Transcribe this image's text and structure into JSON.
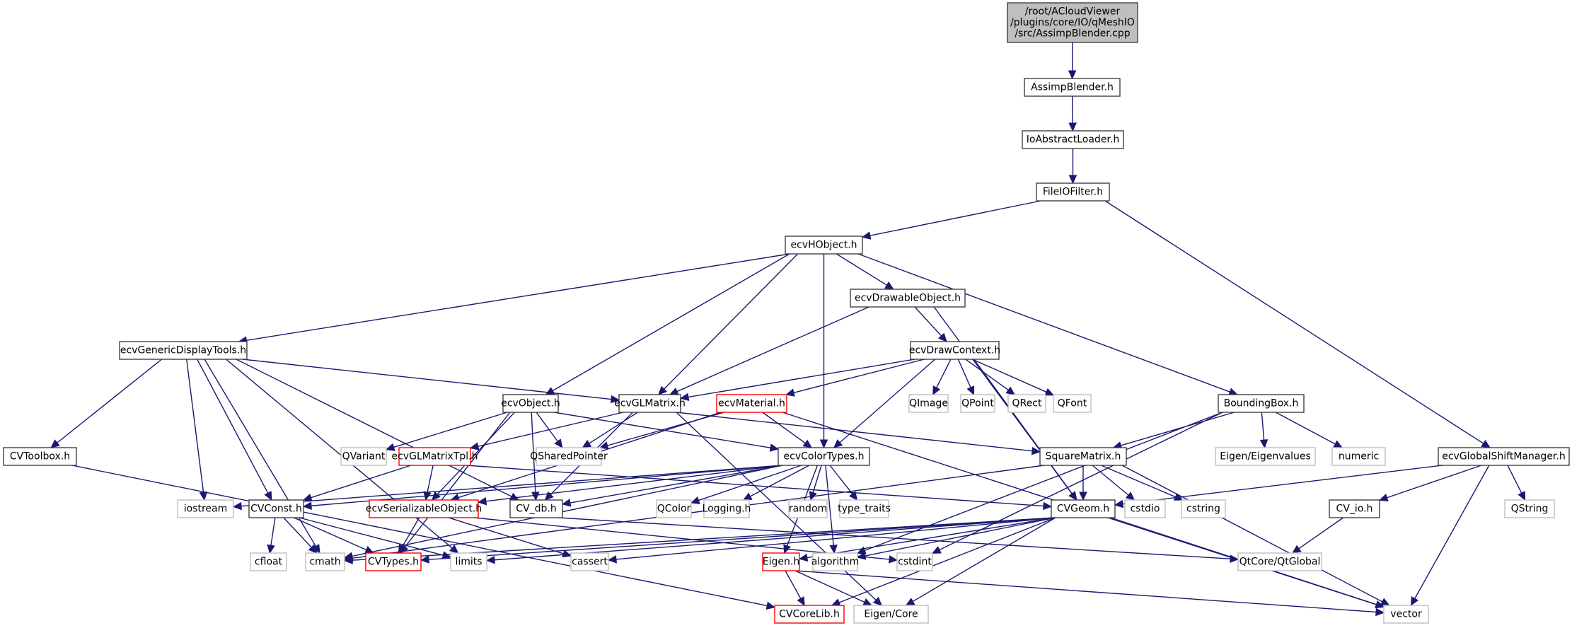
{
  "diagram": {
    "type": "include-dependency-graph",
    "colors": {
      "edge": "#191970",
      "local_border": "#404040",
      "system_border": "#bfbfbf",
      "missing_border": "#ff0000",
      "root_fill": "#bfbfbf"
    },
    "nodes": [
      {
        "id": "root",
        "label_lines": [
          "/root/ACloudViewer",
          "/plugins/core/IO/qMeshIO",
          "/src/AssimpBlender.cpp"
        ],
        "kind": "root"
      },
      {
        "id": "AssimpBlender",
        "label": "AssimpBlender.h",
        "kind": "local"
      },
      {
        "id": "IoAbstractLoader",
        "label": "IoAbstractLoader.h",
        "kind": "local"
      },
      {
        "id": "FileIOFilter",
        "label": "FileIOFilter.h",
        "kind": "local"
      },
      {
        "id": "ecvHObject",
        "label": "ecvHObject.h",
        "kind": "local"
      },
      {
        "id": "ecvDrawableObject",
        "label": "ecvDrawableObject.h",
        "kind": "local"
      },
      {
        "id": "ecvDrawContext",
        "label": "ecvDrawContext.h",
        "kind": "local"
      },
      {
        "id": "ecvGenericDisplayTools",
        "label": "ecvGenericDisplayTools.h",
        "kind": "local"
      },
      {
        "id": "ecvObject",
        "label": "ecvObject.h",
        "kind": "local"
      },
      {
        "id": "ecvGLMatrix",
        "label": "ecvGLMatrix.h",
        "kind": "local"
      },
      {
        "id": "ecvMaterial",
        "label": "ecvMaterial.h",
        "kind": "missing"
      },
      {
        "id": "QImage",
        "label": "QImage",
        "kind": "system"
      },
      {
        "id": "QPoint",
        "label": "QPoint",
        "kind": "system"
      },
      {
        "id": "QRect",
        "label": "QRect",
        "kind": "system"
      },
      {
        "id": "QFont",
        "label": "QFont",
        "kind": "system"
      },
      {
        "id": "BoundingBox",
        "label": "BoundingBox.h",
        "kind": "local"
      },
      {
        "id": "CVToolbox",
        "label": "CVToolbox.h",
        "kind": "local"
      },
      {
        "id": "QVariant",
        "label": "QVariant",
        "kind": "system"
      },
      {
        "id": "ecvGLMatrixTpl",
        "label": "ecvGLMatrixTpl.h",
        "kind": "missing"
      },
      {
        "id": "QSharedPointer",
        "label": "QSharedPointer",
        "kind": "system"
      },
      {
        "id": "ecvColorTypes",
        "label": "ecvColorTypes.h",
        "kind": "local"
      },
      {
        "id": "SquareMatrix",
        "label": "SquareMatrix.h",
        "kind": "local"
      },
      {
        "id": "EigenEigenvalues",
        "label": "Eigen/Eigenvalues",
        "kind": "system"
      },
      {
        "id": "numeric",
        "label": "numeric",
        "kind": "system"
      },
      {
        "id": "ecvGlobalShiftManager",
        "label": "ecvGlobalShiftManager.h",
        "kind": "local"
      },
      {
        "id": "iostream",
        "label": "iostream",
        "kind": "system"
      },
      {
        "id": "CVConst",
        "label": "CVConst.h",
        "kind": "local"
      },
      {
        "id": "ecvSerializableObject",
        "label": "ecvSerializableObject.h",
        "kind": "missing"
      },
      {
        "id": "CV_db",
        "label": "CV_db.h",
        "kind": "local"
      },
      {
        "id": "QColor",
        "label": "QColor",
        "kind": "system"
      },
      {
        "id": "Logging",
        "label": "Logging.h",
        "kind": "system"
      },
      {
        "id": "random",
        "label": "random",
        "kind": "system"
      },
      {
        "id": "type_traits",
        "label": "type_traits",
        "kind": "system"
      },
      {
        "id": "CVGeom",
        "label": "CVGeom.h",
        "kind": "local"
      },
      {
        "id": "cstdio",
        "label": "cstdio",
        "kind": "system"
      },
      {
        "id": "cstring",
        "label": "cstring",
        "kind": "system"
      },
      {
        "id": "CV_io",
        "label": "CV_io.h",
        "kind": "local"
      },
      {
        "id": "QString",
        "label": "QString",
        "kind": "system"
      },
      {
        "id": "cfloat",
        "label": "cfloat",
        "kind": "system"
      },
      {
        "id": "cmath",
        "label": "cmath",
        "kind": "system"
      },
      {
        "id": "CVTypes",
        "label": "CVTypes.h",
        "kind": "missing"
      },
      {
        "id": "limits",
        "label": "limits",
        "kind": "system"
      },
      {
        "id": "cassert",
        "label": "cassert",
        "kind": "system"
      },
      {
        "id": "Eigen",
        "label": "Eigen.h",
        "kind": "missing"
      },
      {
        "id": "algorithm",
        "label": "algorithm",
        "kind": "system"
      },
      {
        "id": "cstdint",
        "label": "cstdint",
        "kind": "system"
      },
      {
        "id": "QtCoreQtGlobal",
        "label": "QtCore/QtGlobal",
        "kind": "system"
      },
      {
        "id": "CVCoreLib",
        "label": "CVCoreLib.h",
        "kind": "missing"
      },
      {
        "id": "EigenCore",
        "label": "Eigen/Core",
        "kind": "system"
      },
      {
        "id": "vector",
        "label": "vector",
        "kind": "system"
      }
    ],
    "edges": [
      [
        "root",
        "AssimpBlender"
      ],
      [
        "AssimpBlender",
        "IoAbstractLoader"
      ],
      [
        "IoAbstractLoader",
        "FileIOFilter"
      ],
      [
        "FileIOFilter",
        "ecvHObject"
      ],
      [
        "FileIOFilter",
        "ecvGlobalShiftManager"
      ],
      [
        "ecvHObject",
        "ecvGenericDisplayTools"
      ],
      [
        "ecvHObject",
        "ecvObject"
      ],
      [
        "ecvHObject",
        "ecvGLMatrix"
      ],
      [
        "ecvHObject",
        "ecvColorTypes"
      ],
      [
        "ecvHObject",
        "ecvDrawableObject"
      ],
      [
        "ecvHObject",
        "BoundingBox"
      ],
      [
        "ecvDrawableObject",
        "ecvGLMatrix"
      ],
      [
        "ecvDrawableObject",
        "ecvDrawContext"
      ],
      [
        "ecvDrawableObject",
        "CVGeom"
      ],
      [
        "ecvDrawContext",
        "ecvGLMatrix"
      ],
      [
        "ecvDrawContext",
        "ecvMaterial"
      ],
      [
        "ecvDrawContext",
        "ecvColorTypes"
      ],
      [
        "ecvDrawContext",
        "QImage"
      ],
      [
        "ecvDrawContext",
        "QPoint"
      ],
      [
        "ecvDrawContext",
        "QRect"
      ],
      [
        "ecvDrawContext",
        "QFont"
      ],
      [
        "ecvDrawContext",
        "CVGeom"
      ],
      [
        "ecvGenericDisplayTools",
        "CVToolbox"
      ],
      [
        "ecvGenericDisplayTools",
        "ecvGLMatrix"
      ],
      [
        "ecvGenericDisplayTools",
        "iostream"
      ],
      [
        "ecvGenericDisplayTools",
        "CVConst"
      ],
      [
        "ecvGenericDisplayTools",
        "cmath"
      ],
      [
        "ecvGenericDisplayTools",
        "CV_db"
      ],
      [
        "ecvGenericDisplayTools",
        "limits"
      ],
      [
        "CVToolbox",
        "CVCoreLib"
      ],
      [
        "ecvObject",
        "QVariant"
      ],
      [
        "ecvObject",
        "QSharedPointer"
      ],
      [
        "ecvObject",
        "ecvColorTypes"
      ],
      [
        "ecvObject",
        "ecvSerializableObject"
      ],
      [
        "ecvObject",
        "CV_db"
      ],
      [
        "ecvObject",
        "CVTypes"
      ],
      [
        "ecvGLMatrix",
        "ecvGLMatrixTpl"
      ],
      [
        "ecvGLMatrix",
        "QSharedPointer"
      ],
      [
        "ecvGLMatrix",
        "SquareMatrix"
      ],
      [
        "ecvGLMatrix",
        "CV_db"
      ],
      [
        "ecvGLMatrix",
        "EigenCore"
      ],
      [
        "ecvMaterial",
        "QSharedPointer"
      ],
      [
        "ecvMaterial",
        "ecvColorTypes"
      ],
      [
        "ecvMaterial",
        "ecvSerializableObject"
      ],
      [
        "ecvMaterial",
        "vector"
      ],
      [
        "ecvGLMatrixTpl",
        "CVConst"
      ],
      [
        "ecvGLMatrixTpl",
        "ecvSerializableObject"
      ],
      [
        "ecvGLMatrixTpl",
        "CVGeom"
      ],
      [
        "ecvColorTypes",
        "iostream"
      ],
      [
        "ecvColorTypes",
        "CVConst"
      ],
      [
        "ecvColorTypes",
        "ecvSerializableObject"
      ],
      [
        "ecvColorTypes",
        "CV_db"
      ],
      [
        "ecvColorTypes",
        "QColor"
      ],
      [
        "ecvColorTypes",
        "Logging"
      ],
      [
        "ecvColorTypes",
        "random"
      ],
      [
        "ecvColorTypes",
        "type_traits"
      ],
      [
        "ecvColorTypes",
        "algorithm"
      ],
      [
        "ecvColorTypes",
        "cmath"
      ],
      [
        "ecvColorTypes",
        "Eigen"
      ],
      [
        "SquareMatrix",
        "CVGeom"
      ],
      [
        "SquareMatrix",
        "cstdio"
      ],
      [
        "SquareMatrix",
        "cstring"
      ],
      [
        "SquareMatrix",
        "vector"
      ],
      [
        "SquareMatrix",
        "cmath"
      ],
      [
        "BoundingBox",
        "SquareMatrix"
      ],
      [
        "BoundingBox",
        "EigenEigenvalues"
      ],
      [
        "BoundingBox",
        "numeric"
      ],
      [
        "BoundingBox",
        "cstdint"
      ],
      [
        "BoundingBox",
        "algorithm"
      ],
      [
        "ecvGlobalShiftManager",
        "CVGeom"
      ],
      [
        "ecvGlobalShiftManager",
        "CV_io"
      ],
      [
        "ecvGlobalShiftManager",
        "QString"
      ],
      [
        "ecvGlobalShiftManager",
        "vector"
      ],
      [
        "CVConst",
        "cfloat"
      ],
      [
        "CVConst",
        "cmath"
      ],
      [
        "CVConst",
        "CVTypes"
      ],
      [
        "CVConst",
        "limits"
      ],
      [
        "ecvSerializableObject",
        "CVTypes"
      ],
      [
        "ecvSerializableObject",
        "cassert"
      ],
      [
        "ecvSerializableObject",
        "cstdint"
      ],
      [
        "CV_db",
        "QtCoreQtGlobal"
      ],
      [
        "CVGeom",
        "CVTypes"
      ],
      [
        "CVGeom",
        "cmath"
      ],
      [
        "CVGeom",
        "limits"
      ],
      [
        "CVGeom",
        "cassert"
      ],
      [
        "CVGeom",
        "Eigen"
      ],
      [
        "CVGeom",
        "algorithm"
      ],
      [
        "CVGeom",
        "CVCoreLib"
      ],
      [
        "CVGeom",
        "EigenCore"
      ],
      [
        "CVGeom",
        "vector"
      ],
      [
        "CV_io",
        "QtCoreQtGlobal"
      ],
      [
        "Eigen",
        "CVCoreLib"
      ],
      [
        "Eigen",
        "EigenCore"
      ],
      [
        "Eigen",
        "vector"
      ]
    ]
  }
}
